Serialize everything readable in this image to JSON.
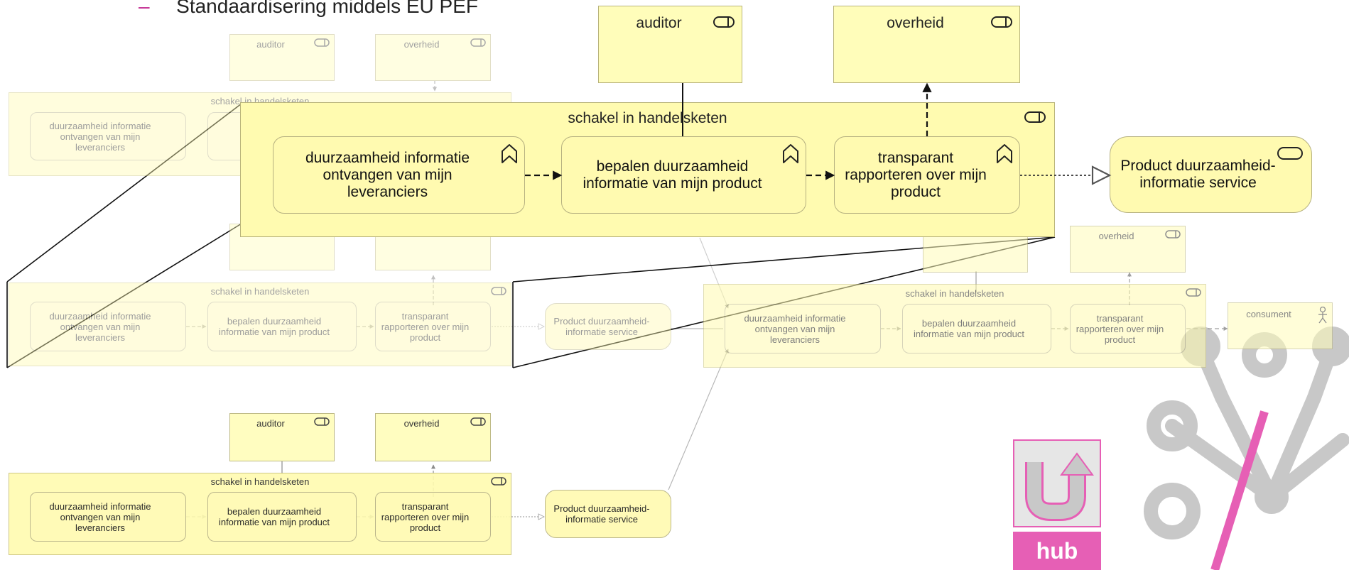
{
  "slide": {
    "bullet_dash": "–",
    "bullet_text": "Standaardisering middels EU PEF"
  },
  "labels": {
    "auditor": "auditor",
    "overheid": "overheid",
    "group": "schakel in handelsketen",
    "p1": "duurzaamheid informatie ontvangen van mijn leveranciers",
    "p2": "bepalen duurzaamheid informatie van mijn product",
    "p3": "transparant rapporteren over mijn product",
    "service": "Product duurzaamheid-informatie service",
    "consument": "consument"
  },
  "logo": {
    "text": "hub"
  },
  "colors": {
    "element_fill": "#fffab0",
    "element_border": "#b5b080",
    "accent_pink": "#e060b0",
    "logo_grey": "#c8c8c8"
  },
  "icons": [
    "role-icon",
    "process-icon",
    "service-icon",
    "actor-icon",
    "u-turn-arrow-icon",
    "molecule-icon"
  ]
}
